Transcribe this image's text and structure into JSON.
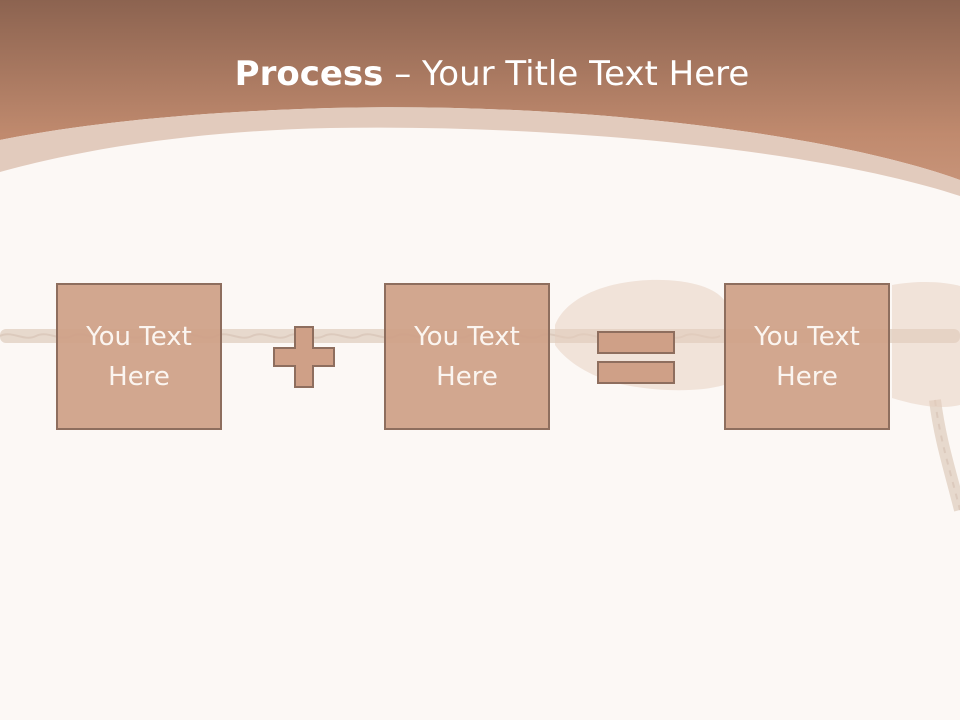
{
  "title": {
    "bold": "Process",
    "separator": " – ",
    "rest": "Your Title Text Here"
  },
  "steps": [
    {
      "text": "You Text Here"
    },
    {
      "text": "You Text Here"
    },
    {
      "text": "You Text Here"
    }
  ],
  "operators": {
    "first": "plus-icon",
    "second": "equals-icon"
  },
  "colors": {
    "header_dark": "#8c6350",
    "header_light": "#c49075",
    "box_fill": "#cfa087",
    "box_border": "#8e6e5e",
    "background": "#fcf8f5"
  }
}
